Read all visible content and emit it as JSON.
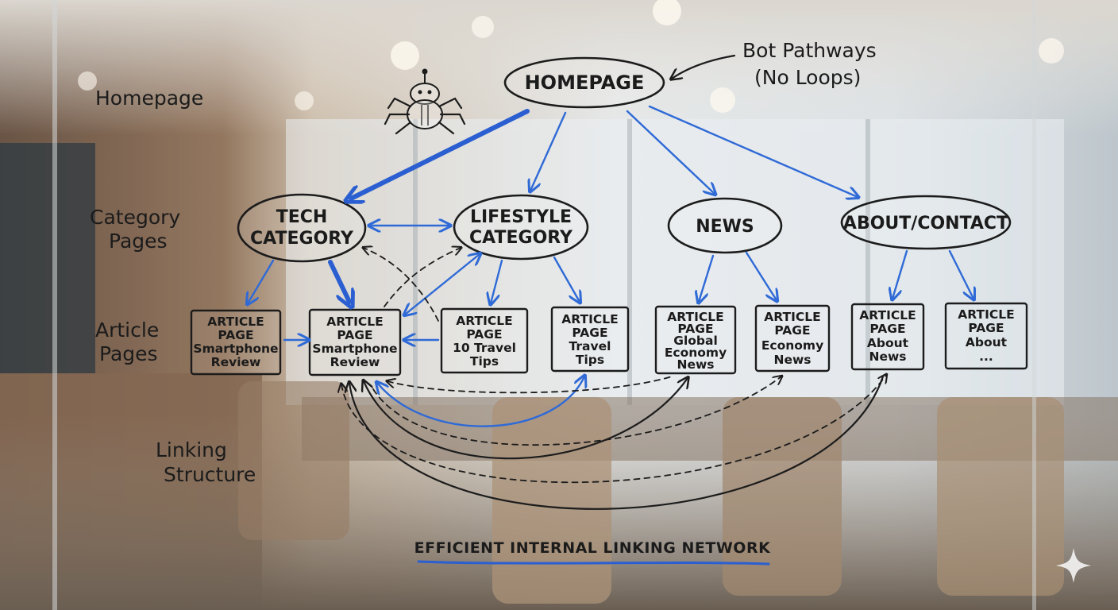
{
  "annotations": {
    "bot_pathways_line1": "Bot Pathways",
    "bot_pathways_line2": "(No Loops)",
    "homepage_label": "Homepage",
    "category_label_line1": "Category",
    "category_label_line2": "Pages",
    "article_label_line1": "Article",
    "article_label_line2": "Pages",
    "linking_label_line1": "Linking",
    "linking_label_line2": "Structure",
    "footer_title": "EFFICIENT INTERNAL LINKING NETWORK"
  },
  "homepage": {
    "label": "HOMEPAGE"
  },
  "categories": [
    {
      "line1": "TECH",
      "line2": "CATEGORY"
    },
    {
      "line1": "LIFESTYLE",
      "line2": "CATEGORY"
    },
    {
      "line1": "NEWS",
      "line2": ""
    },
    {
      "line1": "ABOUT/CONTACT",
      "line2": ""
    }
  ],
  "articles": [
    {
      "lines": [
        "ARTICLE",
        "PAGE",
        "Smartphone",
        "Review"
      ]
    },
    {
      "lines": [
        "ARTICLE",
        "PAGE",
        "Smartphone",
        "Review"
      ]
    },
    {
      "lines": [
        "ARTICLE",
        "PAGE",
        "10 Travel",
        "Tips"
      ]
    },
    {
      "lines": [
        "ARTICLE",
        "PAGE",
        "Travel",
        "Tips"
      ]
    },
    {
      "lines": [
        "ARTICLE",
        "PAGE",
        "Global",
        "Economy",
        "News"
      ]
    },
    {
      "lines": [
        "ARTICLE",
        "PAGE",
        "Economy",
        "News"
      ]
    },
    {
      "lines": [
        "ARTICLE",
        "PAGE",
        "About",
        "News"
      ]
    },
    {
      "lines": [
        "ARTICLE",
        "PAGE",
        "About",
        "..."
      ]
    }
  ],
  "colors": {
    "ink": "#1c1c1c",
    "marker_blue": "#2f6ad6",
    "wall_wood": "#8a6a4c",
    "window_light": "#dfe6ec"
  },
  "icons": [
    "spider-bot-icon",
    "sparkle-icon"
  ]
}
